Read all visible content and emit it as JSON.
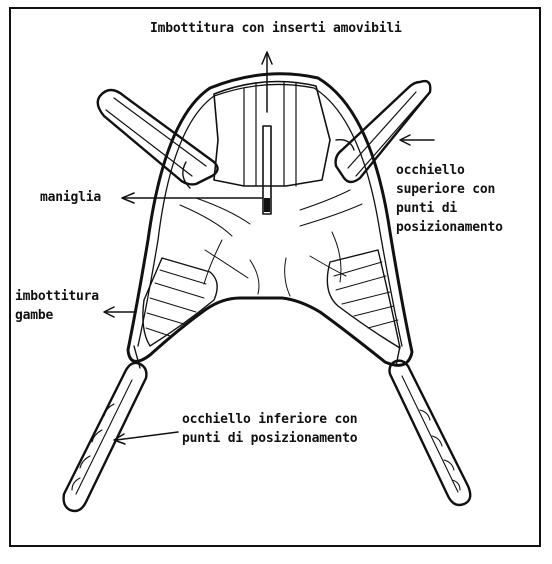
{
  "labels": {
    "top_padding": "Imbottitura con inserti amovibili",
    "handle": "maniglia",
    "upper_loop": [
      "occhiello",
      "superiore con",
      "punti di",
      "posizionamento"
    ],
    "leg_padding": [
      "imbottitura",
      "gambe"
    ],
    "lower_loop": [
      "occhiello inferiore con",
      "punti di posizionamento"
    ]
  },
  "colors": {
    "ink": "#111111",
    "background": "#ffffff"
  }
}
